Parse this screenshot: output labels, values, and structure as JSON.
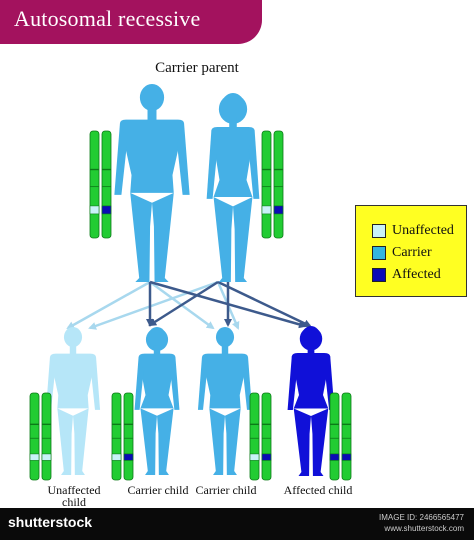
{
  "title": "Autosomal recessive",
  "parent_label": "Carrier parent",
  "legend": [
    {
      "label": "Unaffected",
      "color": "#c9f2f8"
    },
    {
      "label": "Carrier",
      "color": "#33b6e0"
    },
    {
      "label": "Affected",
      "color": "#0b0bb5"
    }
  ],
  "children": [
    {
      "label": "Unaffected child",
      "status": "unaffected"
    },
    {
      "label": "Carrier child",
      "status": "carrier"
    },
    {
      "label": "Carrier child",
      "status": "carrier"
    },
    {
      "label": "Affected child",
      "status": "affected"
    }
  ],
  "colors": {
    "banner": "#a3125e",
    "legend_bg": "#ffff22",
    "chromosome_green": "#22cc33",
    "parent_body": "#45b0e6",
    "unaffected_body": "#b6e6f8",
    "carrier_body": "#45b0e6",
    "affected_body": "#1010d8",
    "arrow_light": "#a8d8ee",
    "arrow_dark": "#3d5a8c"
  },
  "footer": {
    "logo": "shutterstock",
    "image_id": "IMAGE ID: 2466565477",
    "url": "www.shutterstock.com"
  }
}
